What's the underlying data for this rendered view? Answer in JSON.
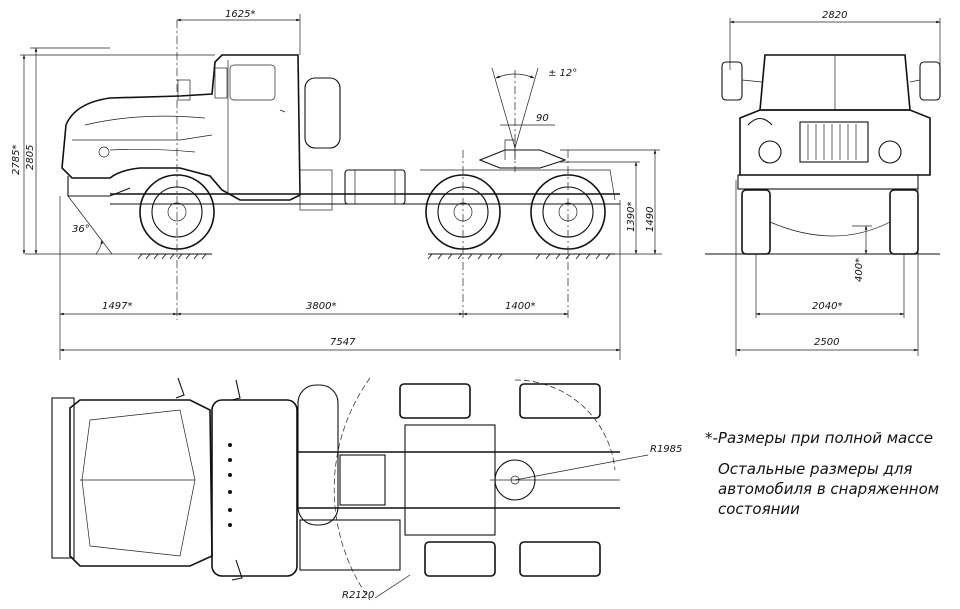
{
  "side_view": {
    "dims": {
      "cab_front": "1625*",
      "height_full": "2785*",
      "height_curb": "2805",
      "approach_angle": "36°",
      "front_overhang": "1497*",
      "wheelbase_main": "3800*",
      "bogie_base": "1400*",
      "overall_length": "7547",
      "fifth_wheel_loaded": "1390*",
      "fifth_wheel_curb": "1490",
      "tilt_angle": "± 12°",
      "swing_angle": "90"
    }
  },
  "front_view": {
    "dims": {
      "mirror_width": "2820",
      "ground_clearance": "400*",
      "track": "2040*",
      "overall_width": "2500"
    }
  },
  "top_view": {
    "dims": {
      "radius_fifth_wheel": "R1985",
      "radius_rear": "R2120"
    }
  },
  "notes": {
    "line1": "*-Размеры при полной массе",
    "line2": "Остальные размеры для",
    "line3": "автомобиля в снаряженном",
    "line4": "состоянии"
  }
}
